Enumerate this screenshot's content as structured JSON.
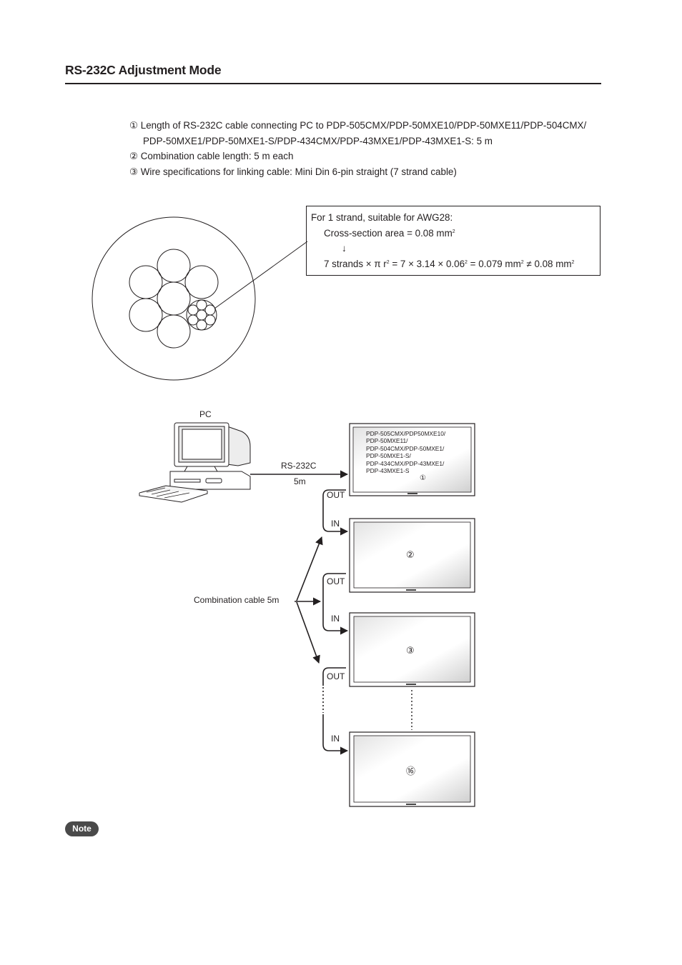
{
  "header": {
    "title": "RS-232C Adjustment Mode"
  },
  "list_items": [
    {
      "marker": "①",
      "lines": [
        "Length of RS-232C cable connecting PC to PDP-505CMX/PDP-50MXE10/PDP-50MXE11/PDP-504CMX/",
        "PDP-50MXE1/PDP-50MXE1-S/PDP-434CMX/PDP-43MXE1/PDP-43MXE1-S: 5 m"
      ]
    },
    {
      "marker": "②",
      "lines": [
        "Combination cable length: 5 m each"
      ]
    },
    {
      "marker": "③",
      "lines": [
        "Wire specifications for linking cable: Mini Din 6-pin straight (7 strand cable)"
      ]
    }
  ],
  "callout": {
    "line1": "For 1 strand, suitable for AWG28:",
    "line2": "Cross-section area = 0.08 mm",
    "line2_sup": "2",
    "arrow": "↓",
    "line3_a": "7 strands × π r",
    "line3_sup1": "2",
    "line3_b": " = 7 × 3.14 × 0.06",
    "line3_sup2": "2",
    "line3_c": " = 0.079 mm",
    "line3_sup3": "2",
    "line3_d": " ≠ 0.08 mm",
    "line3_sup4": "2"
  },
  "connection": {
    "pc_label": "PC",
    "rs232c_label": "RS-232C",
    "rs232c_length": "5m",
    "combination_label": "Combination cable 5m",
    "out_label": "OUT",
    "in_label": "IN",
    "first_display_models": [
      "PDP-505CMX/PDP50MXE10/",
      "PDP-50MXE11/",
      "PDP-504CMX/PDP-50MXE1/",
      "PDP-50MXE1-S/",
      "PDP-434CMX/PDP-43MXE1/",
      "PDP-43MXE1-S"
    ],
    "display_numbers": [
      "①",
      "②",
      "③",
      "⑯"
    ]
  },
  "note": {
    "label": "Note"
  }
}
